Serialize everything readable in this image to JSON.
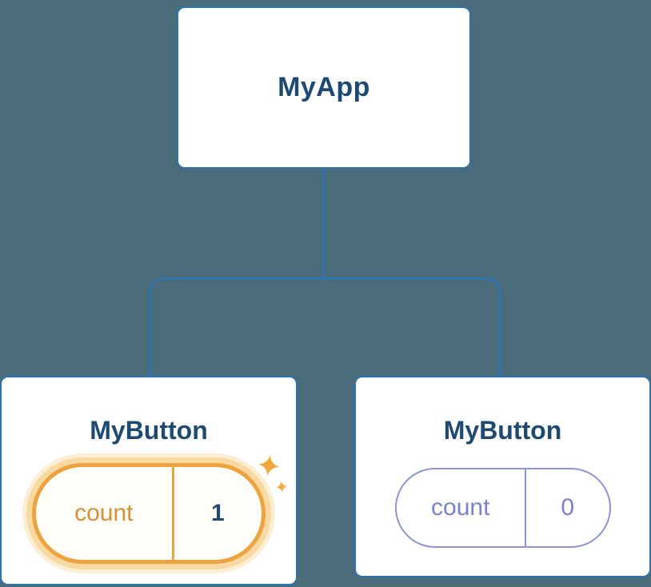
{
  "diagram": {
    "type": "component-tree",
    "root": {
      "label": "MyApp"
    },
    "children": [
      {
        "label": "MyButton",
        "state_name": "count",
        "state_value": "1",
        "highlighted": true,
        "highlight_note": "state just updated (sparkles)"
      },
      {
        "label": "MyButton",
        "state_name": "count",
        "state_value": "0",
        "highlighted": false
      }
    ]
  },
  "icons": {
    "sparkle_big": "✦",
    "sparkle_small": "✦"
  },
  "colors": {
    "background": "#4a6b7a",
    "card_fill": "#ffffff",
    "card_border": "#2f74ad",
    "connector": "#2f74ad",
    "text_navy": "#1d4a73",
    "highlight_orange": "#eda33f",
    "highlight_halo": "#f8d9a1",
    "highlight_text": "#d78f35",
    "accent_purple_border": "#8b93d9",
    "accent_purple_text": "#7a7fd0"
  }
}
